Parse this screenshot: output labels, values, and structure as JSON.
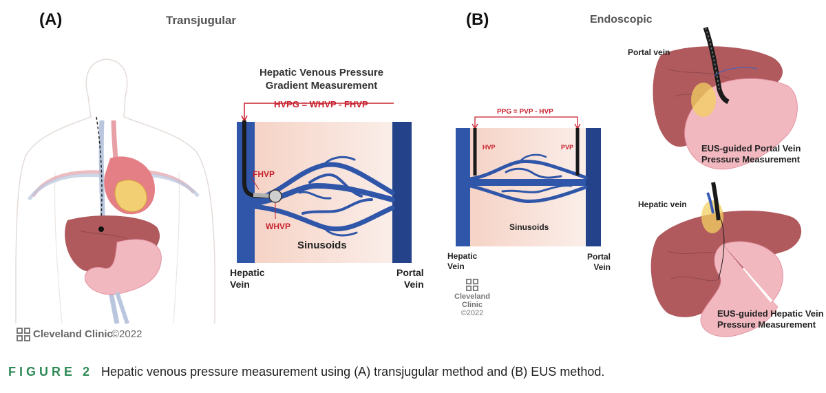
{
  "panel_a": {
    "letter": "(A)",
    "title": "Transjugular",
    "diagram_title_line1": "Hepatic Venous Pressure",
    "diagram_title_line2": "Gradient Measurement",
    "formula": "HVPG = WHVP - FHVP",
    "fhvp": "FHVP",
    "whvp": "WHVP",
    "sinusoids": "Sinusoids",
    "hepatic_vein_1": "Hepatic",
    "hepatic_vein_2": "Vein",
    "portal_vein_1": "Portal",
    "portal_vein_2": "Vein",
    "logo": "Cleveland Clinic",
    "copyright": "©2022"
  },
  "panel_b": {
    "letter": "(B)",
    "title": "Endoscopic",
    "formula": "PPG = PVP - HVP",
    "hvp": "HVP",
    "pvp": "PVP",
    "sinusoids": "Sinusoids",
    "hepatic_vein_1": "Hepatic",
    "hepatic_vein_2": "Vein",
    "portal_vein_1": "Portal",
    "portal_vein_2": "Vein",
    "logo_1": "Cleveland",
    "logo_2": "Clinic",
    "copyright": "©2022",
    "portal_vein_label": "Portal vein",
    "hepatic_vein_label": "Hepatic vein",
    "eus_portal_1": "EUS-guided Portal Vein",
    "eus_portal_2": "Pressure Measurement",
    "eus_hepatic_1": "EUS-guided Hepatic Vein",
    "eus_hepatic_2": "Pressure Measurement"
  },
  "caption": {
    "tag": "FIGURE 2",
    "text": "Hepatic venous pressure measurement using (A) transjugular method and (B) EUS method."
  },
  "colors": {
    "vein_blue": "#2f56a8",
    "formula_red": "#c8202d",
    "liver": "#b05a5e",
    "stomach": "#f2b8c0",
    "sinusoid_bg": "#f6d9cf",
    "caption_green": "#2e8a56"
  }
}
